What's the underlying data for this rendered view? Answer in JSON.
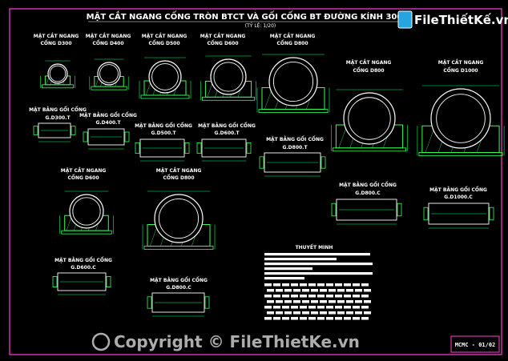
{
  "drawing": {
    "title": "MẶT CẮT NGANG CỐNG TRÒN BTCT VÀ GỐI CỐNG BT ĐƯỜNG KÍNH 300",
    "scale": "(TỶ LỆ: 1/20)",
    "sheet_code": "MCMC - 01/02",
    "notes_title": "THUYẾT MINH",
    "colors": {
      "background": "#000000",
      "frame": "#ff3fd0",
      "pipe": "#ffffff",
      "support": "#33ff55",
      "dims": "#00ff66"
    }
  },
  "logo": {
    "text": "FileThiếtKế.vn",
    "icon": "file-icon"
  },
  "watermark": {
    "text": "Copyright © FileThietKe.vn",
    "icon": "copyright-logo-icon"
  },
  "sections": [
    {
      "l1": "MẶT CẮT NGANG",
      "l2": "CỐNG D300"
    },
    {
      "l1": "MẶT CẮT NGANG",
      "l2": "CỐNG D400"
    },
    {
      "l1": "MẶT CẮT NGANG",
      "l2": "CỐNG D500"
    },
    {
      "l1": "MẶT CẮT NGANG",
      "l2": "CỐNG D600"
    },
    {
      "l1": "MẶT CẮT NGANG",
      "l2": "CỐNG D800"
    },
    {
      "l1": "MẶT CẮT NGANG",
      "l2": "CỐNG D800"
    },
    {
      "l1": "MẶT CẮT NGANG",
      "l2": "CỐNG D1000"
    },
    {
      "l1": "MẶT CẮT NGANG",
      "l2": "CỐNG D600"
    },
    {
      "l1": "MẶT CẮT NGANG",
      "l2": "CỐNG D800"
    }
  ],
  "plans": [
    {
      "l1": "MẶT BẰNG GỐI CỐNG",
      "l2": "G.D300.T"
    },
    {
      "l1": "MẶT BẰNG GỐI CỐNG",
      "l2": "G.D400.T"
    },
    {
      "l1": "MẶT BẰNG GỐI CỐNG",
      "l2": "G.D500.T"
    },
    {
      "l1": "MẶT BẰNG GỐI CỐNG",
      "l2": "G.D600.T"
    },
    {
      "l1": "MẶT BẰNG GỐI CỐNG",
      "l2": "G.D800.T"
    },
    {
      "l1": "MẶT BẰNG GỐI CỐNG",
      "l2": "G.D800.C"
    },
    {
      "l1": "MẶT BẰNG GỐI CỐNG",
      "l2": "G.D1000.C"
    },
    {
      "l1": "MẶT BẰNG GỐI CỐNG",
      "l2": "G.D600.C"
    },
    {
      "l1": "MẶT BẰNG GỐI CỐNG",
      "l2": "G.D800.C"
    }
  ]
}
